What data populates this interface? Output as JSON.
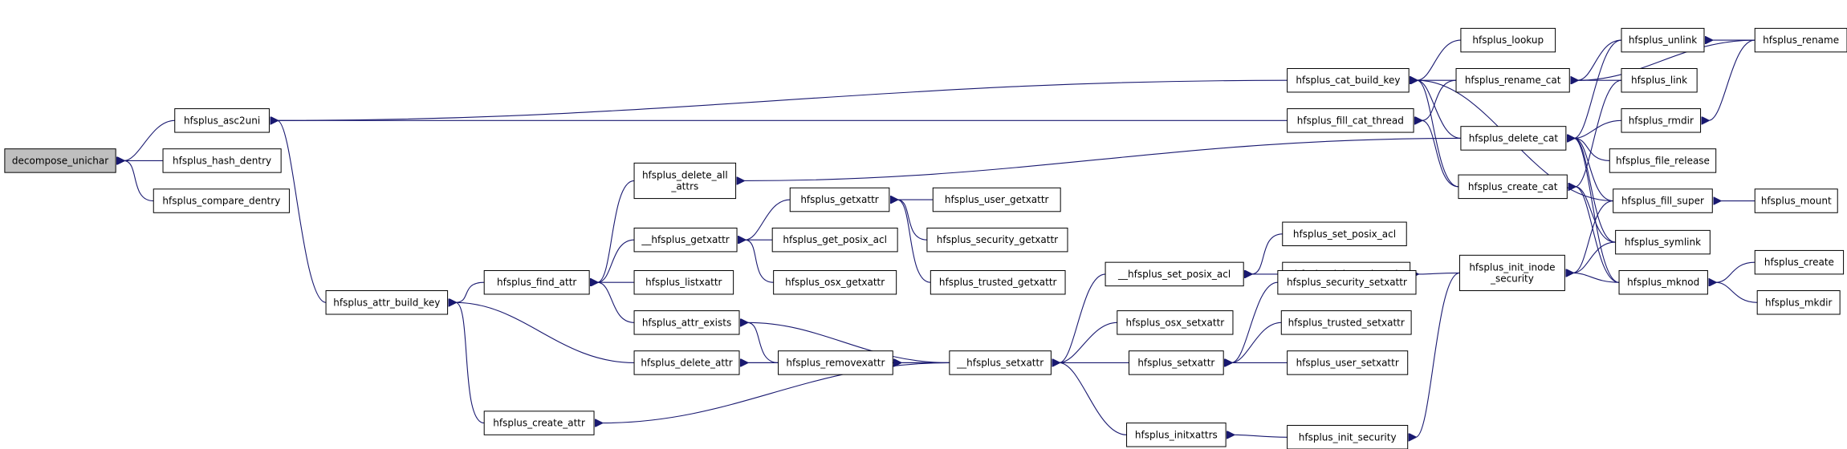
{
  "graph": {
    "colors": {
      "edge": "#191970",
      "focus_fill": "#bfbfbf",
      "node_fill": "#ffffff",
      "border": "#000000"
    },
    "focus": "decompose_unichar",
    "nodes": [
      {
        "id": "decompose_unichar",
        "lines": [
          "decompose_unichar"
        ]
      },
      {
        "id": "hfsplus_asc2uni",
        "lines": [
          "hfsplus_asc2uni"
        ]
      },
      {
        "id": "hfsplus_hash_dentry",
        "lines": [
          "hfsplus_hash_dentry"
        ]
      },
      {
        "id": "hfsplus_compare_dentry",
        "lines": [
          "hfsplus_compare_dentry"
        ]
      },
      {
        "id": "hfsplus_attr_build_key",
        "lines": [
          "hfsplus_attr_build_key"
        ]
      },
      {
        "id": "hfsplus_find_attr",
        "lines": [
          "hfsplus_find_attr"
        ]
      },
      {
        "id": "hfsplus_create_attr",
        "lines": [
          "hfsplus_create_attr"
        ]
      },
      {
        "id": "hfsplus_delete_all_attrs",
        "lines": [
          "hfsplus_delete_all",
          "_attrs"
        ]
      },
      {
        "id": "__hfsplus_getxattr",
        "lines": [
          "__hfsplus_getxattr"
        ]
      },
      {
        "id": "hfsplus_listxattr",
        "lines": [
          "hfsplus_listxattr"
        ]
      },
      {
        "id": "hfsplus_attr_exists",
        "lines": [
          "hfsplus_attr_exists"
        ]
      },
      {
        "id": "hfsplus_delete_attr",
        "lines": [
          "hfsplus_delete_attr"
        ]
      },
      {
        "id": "hfsplus_getxattr",
        "lines": [
          "hfsplus_getxattr"
        ]
      },
      {
        "id": "hfsplus_get_posix_acl",
        "lines": [
          "hfsplus_get_posix_acl"
        ]
      },
      {
        "id": "hfsplus_osx_getxattr",
        "lines": [
          "hfsplus_osx_getxattr"
        ]
      },
      {
        "id": "hfsplus_removexattr",
        "lines": [
          "hfsplus_removexattr"
        ]
      },
      {
        "id": "hfsplus_user_getxattr",
        "lines": [
          "hfsplus_user_getxattr"
        ]
      },
      {
        "id": "hfsplus_security_getxattr",
        "lines": [
          "hfsplus_security_getxattr"
        ]
      },
      {
        "id": "hfsplus_trusted_getxattr",
        "lines": [
          "hfsplus_trusted_getxattr"
        ]
      },
      {
        "id": "__hfsplus_set_posix_acl",
        "lines": [
          "__hfsplus_set_posix_acl"
        ]
      },
      {
        "id": "hfsplus_osx_setxattr",
        "lines": [
          "hfsplus_osx_setxattr"
        ]
      },
      {
        "id": "__hfsplus_setxattr",
        "lines": [
          "__hfsplus_setxattr"
        ]
      },
      {
        "id": "hfsplus_setxattr",
        "lines": [
          "hfsplus_setxattr"
        ]
      },
      {
        "id": "hfsplus_initxattrs",
        "lines": [
          "hfsplus_initxattrs"
        ]
      },
      {
        "id": "hfsplus_set_posix_acl",
        "lines": [
          "hfsplus_set_posix_acl"
        ]
      },
      {
        "id": "hfsplus_init_posix_acl",
        "lines": [
          "hfsplus_init_posix_acl"
        ]
      },
      {
        "id": "hfsplus_security_setxattr",
        "lines": [
          "hfsplus_security_setxattr"
        ]
      },
      {
        "id": "hfsplus_trusted_setxattr",
        "lines": [
          "hfsplus_trusted_setxattr"
        ]
      },
      {
        "id": "hfsplus_user_setxattr",
        "lines": [
          "hfsplus_user_setxattr"
        ]
      },
      {
        "id": "hfsplus_init_security",
        "lines": [
          "hfsplus_init_security"
        ]
      },
      {
        "id": "hfsplus_cat_build_key",
        "lines": [
          "hfsplus_cat_build_key"
        ]
      },
      {
        "id": "hfsplus_fill_cat_thread",
        "lines": [
          "hfsplus_fill_cat_thread"
        ]
      },
      {
        "id": "hfsplus_lookup",
        "lines": [
          "hfsplus_lookup"
        ]
      },
      {
        "id": "hfsplus_rename_cat",
        "lines": [
          "hfsplus_rename_cat"
        ]
      },
      {
        "id": "hfsplus_delete_cat",
        "lines": [
          "hfsplus_delete_cat"
        ]
      },
      {
        "id": "hfsplus_create_cat",
        "lines": [
          "hfsplus_create_cat"
        ]
      },
      {
        "id": "hfsplus_init_inode_security",
        "lines": [
          "hfsplus_init_inode",
          "_security"
        ]
      },
      {
        "id": "hfsplus_unlink",
        "lines": [
          "hfsplus_unlink"
        ]
      },
      {
        "id": "hfsplus_link",
        "lines": [
          "hfsplus_link"
        ]
      },
      {
        "id": "hfsplus_rmdir",
        "lines": [
          "hfsplus_rmdir"
        ]
      },
      {
        "id": "hfsplus_file_release",
        "lines": [
          "hfsplus_file_release"
        ]
      },
      {
        "id": "hfsplus_fill_super",
        "lines": [
          "hfsplus_fill_super"
        ]
      },
      {
        "id": "hfsplus_symlink",
        "lines": [
          "hfsplus_symlink"
        ]
      },
      {
        "id": "hfsplus_mknod",
        "lines": [
          "hfsplus_mknod"
        ]
      },
      {
        "id": "hfsplus_rename",
        "lines": [
          "hfsplus_rename"
        ]
      },
      {
        "id": "hfsplus_mount",
        "lines": [
          "hfsplus_mount"
        ]
      },
      {
        "id": "hfsplus_create",
        "lines": [
          "hfsplus_create"
        ]
      },
      {
        "id": "hfsplus_mkdir",
        "lines": [
          "hfsplus_mkdir"
        ]
      }
    ],
    "edges": [
      [
        "decompose_unichar",
        "hfsplus_asc2uni"
      ],
      [
        "decompose_unichar",
        "hfsplus_hash_dentry"
      ],
      [
        "decompose_unichar",
        "hfsplus_compare_dentry"
      ],
      [
        "hfsplus_asc2uni",
        "hfsplus_attr_build_key"
      ],
      [
        "hfsplus_asc2uni",
        "hfsplus_cat_build_key"
      ],
      [
        "hfsplus_asc2uni",
        "hfsplus_fill_cat_thread"
      ],
      [
        "hfsplus_attr_build_key",
        "hfsplus_find_attr"
      ],
      [
        "hfsplus_attr_build_key",
        "hfsplus_delete_attr"
      ],
      [
        "hfsplus_attr_build_key",
        "hfsplus_create_attr"
      ],
      [
        "hfsplus_find_attr",
        "hfsplus_delete_all_attrs"
      ],
      [
        "hfsplus_find_attr",
        "__hfsplus_getxattr"
      ],
      [
        "hfsplus_find_attr",
        "hfsplus_listxattr"
      ],
      [
        "hfsplus_find_attr",
        "hfsplus_attr_exists"
      ],
      [
        "hfsplus_delete_all_attrs",
        "hfsplus_delete_cat"
      ],
      [
        "__hfsplus_getxattr",
        "hfsplus_getxattr"
      ],
      [
        "__hfsplus_getxattr",
        "hfsplus_get_posix_acl"
      ],
      [
        "__hfsplus_getxattr",
        "hfsplus_osx_getxattr"
      ],
      [
        "hfsplus_getxattr",
        "hfsplus_user_getxattr"
      ],
      [
        "hfsplus_getxattr",
        "hfsplus_security_getxattr"
      ],
      [
        "hfsplus_getxattr",
        "hfsplus_trusted_getxattr"
      ],
      [
        "hfsplus_attr_exists",
        "hfsplus_removexattr"
      ],
      [
        "hfsplus_attr_exists",
        "__hfsplus_setxattr"
      ],
      [
        "hfsplus_delete_attr",
        "hfsplus_removexattr"
      ],
      [
        "hfsplus_delete_attr",
        "__hfsplus_setxattr"
      ],
      [
        "hfsplus_create_attr",
        "__hfsplus_setxattr"
      ],
      [
        "hfsplus_removexattr",
        "__hfsplus_setxattr"
      ],
      [
        "__hfsplus_setxattr",
        "__hfsplus_set_posix_acl"
      ],
      [
        "__hfsplus_setxattr",
        "hfsplus_osx_setxattr"
      ],
      [
        "__hfsplus_setxattr",
        "hfsplus_setxattr"
      ],
      [
        "__hfsplus_setxattr",
        "hfsplus_initxattrs"
      ],
      [
        "__hfsplus_set_posix_acl",
        "hfsplus_set_posix_acl"
      ],
      [
        "__hfsplus_set_posix_acl",
        "hfsplus_init_posix_acl"
      ],
      [
        "hfsplus_setxattr",
        "hfsplus_security_setxattr"
      ],
      [
        "hfsplus_setxattr",
        "hfsplus_trusted_setxattr"
      ],
      [
        "hfsplus_setxattr",
        "hfsplus_user_setxattr"
      ],
      [
        "hfsplus_initxattrs",
        "hfsplus_init_security"
      ],
      [
        "hfsplus_init_posix_acl",
        "hfsplus_init_inode_security"
      ],
      [
        "hfsplus_init_security",
        "hfsplus_init_inode_security"
      ],
      [
        "hfsplus_cat_build_key",
        "hfsplus_lookup"
      ],
      [
        "hfsplus_cat_build_key",
        "hfsplus_rename_cat"
      ],
      [
        "hfsplus_cat_build_key",
        "hfsplus_delete_cat"
      ],
      [
        "hfsplus_cat_build_key",
        "hfsplus_create_cat"
      ],
      [
        "hfsplus_cat_build_key",
        "hfsplus_fill_super"
      ],
      [
        "hfsplus_fill_cat_thread",
        "hfsplus_rename_cat"
      ],
      [
        "hfsplus_fill_cat_thread",
        "hfsplus_create_cat"
      ],
      [
        "hfsplus_rename_cat",
        "hfsplus_rename"
      ],
      [
        "hfsplus_rename_cat",
        "hfsplus_unlink"
      ],
      [
        "hfsplus_rename_cat",
        "hfsplus_link"
      ],
      [
        "hfsplus_delete_cat",
        "hfsplus_unlink"
      ],
      [
        "hfsplus_delete_cat",
        "hfsplus_rmdir"
      ],
      [
        "hfsplus_delete_cat",
        "hfsplus_file_release"
      ],
      [
        "hfsplus_delete_cat",
        "hfsplus_fill_super"
      ],
      [
        "hfsplus_delete_cat",
        "hfsplus_symlink"
      ],
      [
        "hfsplus_delete_cat",
        "hfsplus_mknod"
      ],
      [
        "hfsplus_create_cat",
        "hfsplus_link"
      ],
      [
        "hfsplus_create_cat",
        "hfsplus_symlink"
      ],
      [
        "hfsplus_create_cat",
        "hfsplus_mknod"
      ],
      [
        "hfsplus_init_inode_security",
        "hfsplus_fill_super"
      ],
      [
        "hfsplus_init_inode_security",
        "hfsplus_symlink"
      ],
      [
        "hfsplus_init_inode_security",
        "hfsplus_mknod"
      ],
      [
        "hfsplus_unlink",
        "hfsplus_rename"
      ],
      [
        "hfsplus_rmdir",
        "hfsplus_rename"
      ],
      [
        "hfsplus_fill_super",
        "hfsplus_mount"
      ],
      [
        "hfsplus_mknod",
        "hfsplus_create"
      ],
      [
        "hfsplus_mknod",
        "hfsplus_mkdir"
      ]
    ]
  }
}
